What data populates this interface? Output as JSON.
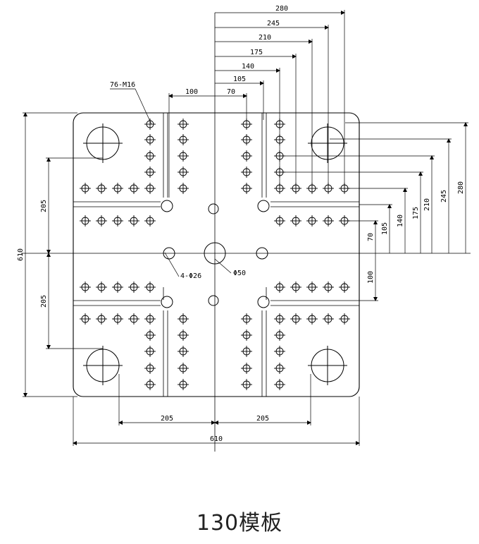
{
  "title": "130模板",
  "dimensions": {
    "top": [
      "280",
      "245",
      "210",
      "175",
      "140",
      "105",
      "70",
      "100"
    ],
    "right": [
      "280",
      "245",
      "210",
      "175",
      "140",
      "105",
      "70",
      "100"
    ],
    "left": [
      "610",
      "205",
      "205"
    ],
    "bottom": [
      "205",
      "205",
      "610"
    ]
  },
  "callouts": {
    "tapped_holes": "76-M16",
    "tie_bar_holes": "4-Φ26",
    "center_hole": "Φ50"
  }
}
